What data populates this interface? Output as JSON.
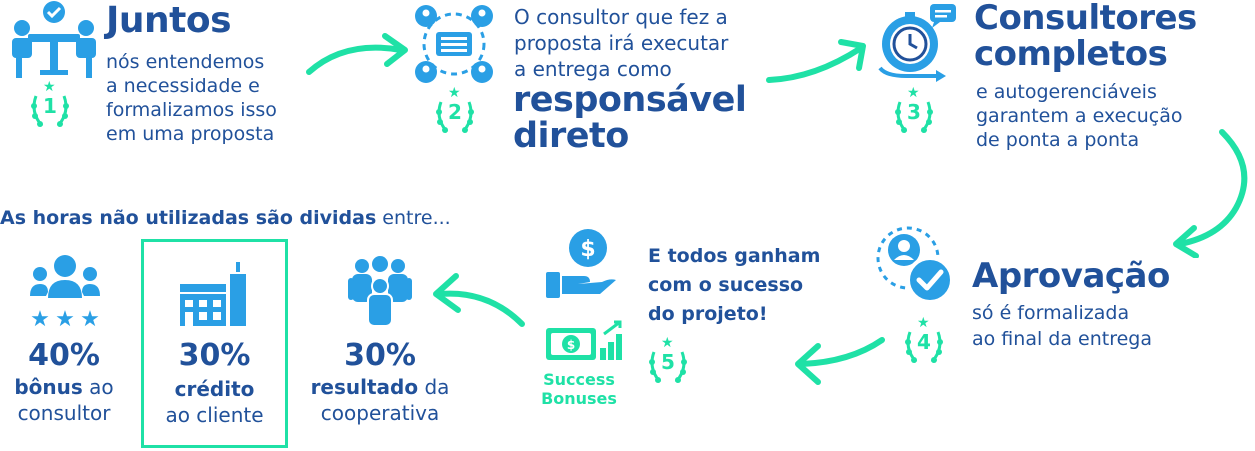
{
  "colors": {
    "navy": "#21519a",
    "blue": "#2a9fe5",
    "mint": "#1fe1a6"
  },
  "steps": [
    {
      "number": "1",
      "title": "Juntos",
      "lines": [
        "nós entendemos",
        "a necessidade e",
        "formalizamos isso",
        "em uma proposta"
      ],
      "icon": "team-meeting-icon"
    },
    {
      "number": "2",
      "intro_lines": [
        "O consultor que fez a",
        "proposta irá executar",
        "a entrega como"
      ],
      "emphasis_lines": [
        "responsável",
        "direto"
      ],
      "icon": "connected-team-icon"
    },
    {
      "number": "3",
      "title_lines": [
        "Consultores",
        "completos"
      ],
      "lines": [
        "e autogerenciáveis",
        "garantem a execução",
        "de ponta a ponta"
      ],
      "icon": "stopwatch-icon"
    },
    {
      "number": "4",
      "title": "Aprovação",
      "lines": [
        "só é formalizada",
        "ao final da entrega"
      ],
      "icon": "approval-check-icon"
    },
    {
      "number": "5",
      "lines": [
        "E todos ganham",
        "com o sucesso",
        "do projeto!"
      ],
      "icon_label_lines": [
        "Success",
        "Bonuses"
      ],
      "icon": "money-hand-icon"
    }
  ],
  "split": {
    "intro_bold": "As horas não utilizadas são dividas",
    "intro_rest": " entre...",
    "items": [
      {
        "percent": "40%",
        "bold": "bônus",
        "rest": " ao",
        "line2": "consultor",
        "icon": "people-stars-icon"
      },
      {
        "percent": "30%",
        "bold": "crédito",
        "rest": "",
        "line2": "ao cliente",
        "icon": "factory-icon"
      },
      {
        "percent": "30%",
        "bold": "resultado",
        "rest": " da",
        "line2": "cooperativa",
        "icon": "cooperative-group-icon"
      }
    ]
  }
}
